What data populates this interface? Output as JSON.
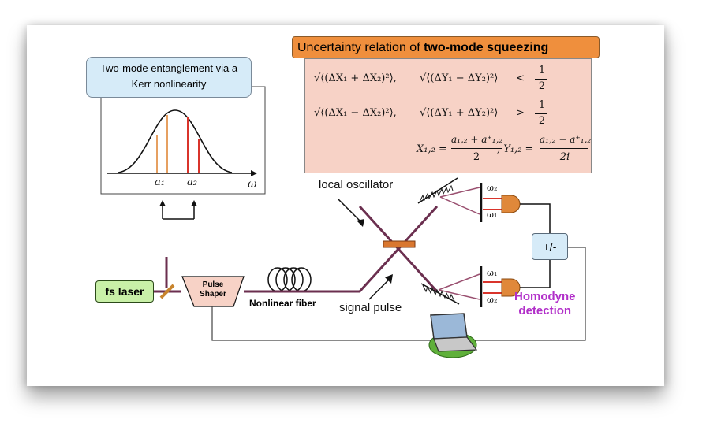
{
  "callout": {
    "line1": "Two-mode entanglement via a",
    "line2": "Kerr nonlinearity"
  },
  "title": {
    "prefix": "Uncertainty relation of ",
    "bold": "two-mode squeezing"
  },
  "equations": {
    "r1_a": "√⟨(ΔX₁ + ΔX₂)²⟩,",
    "r1_b": "√⟨(ΔY₁ − ΔY₂)²⟩",
    "r1_op": "<",
    "r2_a": "√⟨(ΔX₁ − ΔX₂)²⟩,",
    "r2_b": "√⟨(ΔY₁ + ΔY₂)²⟩",
    "r2_op": ">",
    "half_num": "1",
    "half_den": "2",
    "x_lhs": "X₁,₂ =",
    "x_num": "a₁,₂ + a⁺₁,₂",
    "x_den": "2",
    "y_lhs": ",   Y₁,₂ =",
    "y_num": "a₁,₂ − a⁺₁,₂",
    "y_den": "2i"
  },
  "spectrum": {
    "a1": "a₁",
    "a2": "a₂",
    "omega": "ω"
  },
  "labels": {
    "local_oscillator": "local oscillator",
    "signal_pulse": "signal pulse",
    "fs_laser": "fs laser",
    "pulse_shaper": "Pulse Shaper",
    "nonlinear_fiber": "Nonlinear fiber",
    "plus_minus": "+/-",
    "homodyne_1": "Homodyne",
    "homodyne_2": "detection",
    "w1": "ω₁",
    "w2": "ω₂"
  },
  "colors": {
    "beam": "#6b2f4f",
    "orange": "#e0883a",
    "red": "#d9342b",
    "green": "#5a9e3a"
  }
}
